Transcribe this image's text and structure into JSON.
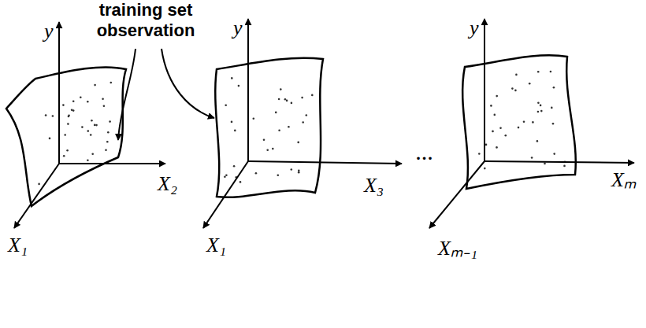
{
  "diagram": {
    "labels": [
      "training set observation",
      "y",
      "X₁",
      "X₂",
      "y",
      "X₁",
      "X₃",
      "...",
      "y",
      "Xₘ",
      "Xₘ₋₁"
    ]
  }
}
